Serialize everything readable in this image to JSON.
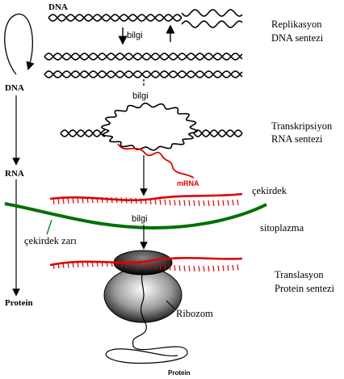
{
  "labels": {
    "dna_top": "DNA",
    "dna_left": "DNA",
    "rna_left": "RNA",
    "protein_left": "Protein",
    "bilgi_1": "bilgi",
    "bilgi_2": "bilgi",
    "bilgi_3": "bilgi",
    "replication_line1": "Replikasyon",
    "replication_line2": "DNA sentezi",
    "transcription_line1": "Transkripsiyon",
    "transcription_line2": "RNA sentezi",
    "mrna": "mRNA",
    "nucleus": "çekirdek",
    "cytoplasm": "sitoplazma",
    "nuclear_membrane": "çekirdek zarı",
    "translation_line1": "Translasyon",
    "translation_line2": "Protein sentezi",
    "ribosome": "Ribozom",
    "protein_bottom": "Protein"
  },
  "colors": {
    "dna": "#000000",
    "rna": "#e00000",
    "membrane": "#007000"
  }
}
